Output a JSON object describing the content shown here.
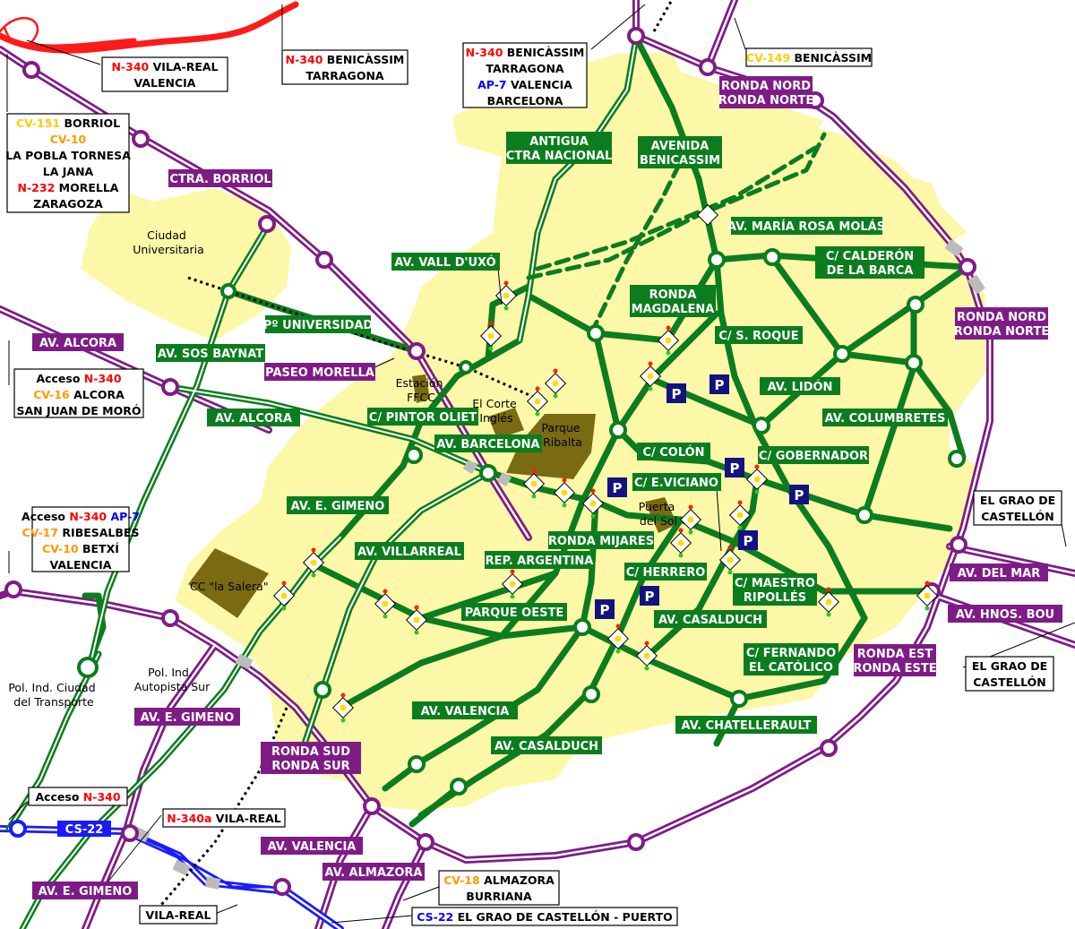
{
  "colors": {
    "city_area": "#fcf8a8",
    "green_road": "#0b7d1e",
    "purple_road": "#7e1c86",
    "red_road": "#ff1a1a",
    "blue_road": "#1a1aff",
    "landmark": "#7a6a12",
    "parking": "#131380",
    "orange_text": "#ff9900",
    "red_text": "#ff0000",
    "blue_text": "#0000ff",
    "yellow_text": "#ffcc00"
  },
  "green_labels": {
    "antigua": [
      "ANTIGUA",
      "CTRA NACIONAL"
    ],
    "avenida_benicassim": [
      "AVENIDA",
      "BENICASSIM"
    ],
    "maria_rosa": "AV. MARÍA ROSA MOLÁS",
    "calderon": [
      "C/ CALDERÓN",
      "DE LA BARCA"
    ],
    "vall_uxo": "AV. VALL D'UXÓ",
    "ronda_magdalena": [
      "RONDA",
      "MAGDALENA"
    ],
    "s_roque": "C/ S. ROQUE",
    "universidad": "Pº UNIVERSIDAD",
    "sos_baynat": "AV. SOS BAYNAT",
    "lidon": "AV. LIDÓN",
    "alcora": "AV. ALCORA",
    "pintor_oliet": "C/ PINTOR OLIET",
    "columbretes": "AV. COLUMBRETES",
    "barcelona": "AV. BARCELONA",
    "colon": "C/ COLÓN",
    "gobernador": "C/ GOBERNADOR",
    "e_viciano": "C/ E.VICIANO",
    "e_gimeno": "AV. E. GIMENO",
    "villarreal": "AV. VILLARREAL",
    "ronda_mijares": "RONDA MIJARES",
    "rep_argentina": "REP. ARGENTINA",
    "herrero": "C/ HERRERO",
    "maestro_ripolles": [
      "C/ MAESTRO",
      "RIPOLLÉS"
    ],
    "parque_oeste": "PARQUE OESTE",
    "casalduch_1": "AV. CASALDUCH",
    "fernando": [
      "C/ FERNANDO",
      "EL CATÓLICO"
    ],
    "valencia_av": "AV. VALENCIA",
    "chatellerault": "AV. CHATELLERAULT",
    "casalduch_2": "AV. CASALDUCH"
  },
  "purple_labels": {
    "ctra_borriol": "CTRA. BORRIOL",
    "ronda_nord_1": [
      "RONDA NORD",
      "RONDA NORTE"
    ],
    "ronda_nord_2": [
      "RONDA NORD",
      "RONDA NORTE"
    ],
    "av_alcora": "AV. ALCORA",
    "paseo_morella": "PASEO MORELLA",
    "av_del_mar": "AV. DEL MAR",
    "av_hnos_bou": "AV. HNOS. BOU",
    "ronda_est": [
      "RONDA EST",
      "RONDA ESTE"
    ],
    "av_e_gimeno_1": "AV. E. GIMENO",
    "ronda_sud": [
      "RONDA SUD",
      "RONDA SUR"
    ],
    "av_valencia": "AV. VALENCIA",
    "av_almazora": "AV. ALMAZORA",
    "av_e_gimeno_2": "AV. E. GIMENO",
    "cs22": "CS-22"
  },
  "places": {
    "ciudad_universitaria": [
      "Ciudad",
      "Universitaria"
    ],
    "estacion": [
      "Estación",
      "FFCC"
    ],
    "corte_ingles": [
      "El Corte",
      "Inglés"
    ],
    "parque_ribalta": [
      "Parque",
      "Ribalta"
    ],
    "puerta_sol": [
      "Puerta",
      "del Sol"
    ],
    "cc_salera": "CC \"la Salera\"",
    "pol_transporte": [
      "Pol. Ind. Ciudad",
      "del Transporte"
    ],
    "pol_autopista": [
      "Pol. Ind.",
      "Autopista Sur"
    ]
  },
  "parking_label": "P",
  "callouts": {
    "vila_real_valencia": [
      [
        {
          "t": "N-340",
          "c": "red"
        },
        {
          "t": " VILA-REAL"
        }
      ],
      [
        {
          "t": "VALENCIA"
        }
      ]
    ],
    "n340_benicassim": [
      [
        {
          "t": "N-340",
          "c": "red"
        },
        {
          "t": " BENICÀSSIM"
        }
      ],
      [
        {
          "t": "TARRAGONA"
        }
      ]
    ],
    "n340_ap7": [
      [
        {
          "t": "N-340",
          "c": "red"
        },
        {
          "t": " BENICÀSSIM"
        }
      ],
      [
        {
          "t": "TARRAGONA"
        }
      ],
      [
        {
          "t": "AP-7",
          "c": "blue"
        },
        {
          "t": " VALENCIA"
        }
      ],
      [
        {
          "t": "BARCELONA"
        }
      ]
    ],
    "cv149": [
      [
        {
          "t": "CV-149",
          "c": "yellow"
        },
        {
          "t": " BENICÀSSIM"
        }
      ]
    ],
    "cv151": [
      [
        {
          "t": "CV-151",
          "c": "yellow"
        },
        {
          "t": " BORRIOL"
        }
      ],
      [
        {
          "t": "CV-10",
          "c": "orange"
        }
      ],
      [
        {
          "t": "LA POBLA TORNESA"
        }
      ],
      [
        {
          "t": "LA JANA"
        }
      ],
      [
        {
          "t": "N-232",
          "c": "red"
        },
        {
          "t": " MORELLA"
        }
      ],
      [
        {
          "t": "ZARAGOZA"
        }
      ]
    ],
    "acceso_cv16": [
      [
        {
          "t": "Acceso "
        },
        {
          "t": "N-340",
          "c": "red"
        }
      ],
      [
        {
          "t": "CV-16",
          "c": "orange"
        },
        {
          "t": " ALCORA"
        }
      ],
      [
        {
          "t": "SAN JUAN DE MORÓ"
        }
      ]
    ],
    "acceso_cv17": [
      [
        {
          "t": "Acceso "
        },
        {
          "t": "N-340",
          "c": "red"
        },
        {
          "t": " AP-7",
          "c": "blue"
        }
      ],
      [
        {
          "t": "CV-17",
          "c": "orange"
        },
        {
          "t": " RIBESALBES"
        }
      ],
      [
        {
          "t": "CV-10",
          "c": "orange"
        },
        {
          "t": " BETXÍ"
        }
      ],
      [
        {
          "t": "VALENCIA"
        }
      ]
    ],
    "grao_1": [
      [
        {
          "t": "EL GRAO DE"
        }
      ],
      [
        {
          "t": "CASTELLÓN"
        }
      ]
    ],
    "grao_2": [
      [
        {
          "t": "EL GRAO DE"
        }
      ],
      [
        {
          "t": "CASTELLÓN"
        }
      ]
    ],
    "acceso_n340": [
      [
        {
          "t": "Acceso "
        },
        {
          "t": "N-340",
          "c": "red"
        }
      ]
    ],
    "n340a": [
      [
        {
          "t": "N-340a",
          "c": "red"
        },
        {
          "t": " VILA-REAL"
        }
      ]
    ],
    "cv18": [
      [
        {
          "t": "CV-18",
          "c": "orange"
        },
        {
          "t": " ALMAZORA"
        }
      ],
      [
        {
          "t": "BURRIANA"
        }
      ]
    ],
    "vila_real": [
      [
        {
          "t": "VILA-REAL"
        }
      ]
    ],
    "cs22_grao": [
      [
        {
          "t": "CS-22",
          "c": "blue"
        },
        {
          "t": " EL GRAO DE CASTELLÓN - PUERTO"
        }
      ]
    ]
  }
}
